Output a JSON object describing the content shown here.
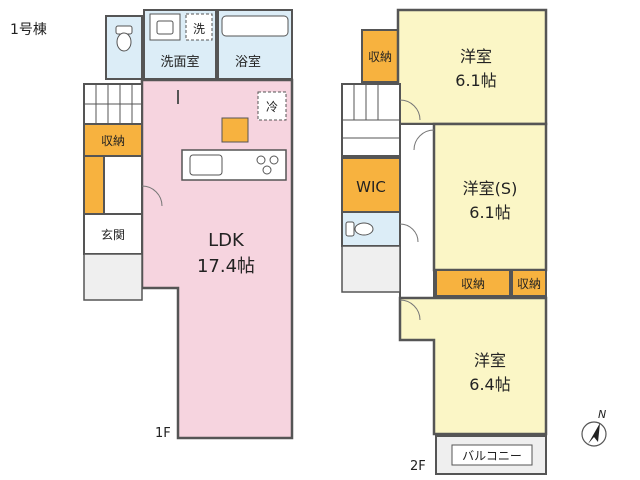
{
  "building_label": "1号棟",
  "floors": {
    "first": "1F",
    "second": "2F"
  },
  "rooms_1f": {
    "washroom": "洗面室",
    "bath": "浴室",
    "laundry": "洗",
    "fridge": "冷",
    "storage": "収納",
    "entrance": "玄関",
    "ldk_name": "LDK",
    "ldk_size": "17.4帖"
  },
  "rooms_2f": {
    "storage_top": "収納",
    "west_room_1_name": "洋室",
    "west_room_1_size": "6.1帖",
    "wic": "WIC",
    "west_room_s_name": "洋室(S)",
    "west_room_s_size": "6.1帖",
    "storage_mid": "収納",
    "storage_right": "収納",
    "west_room_3_name": "洋室",
    "west_room_3_size": "6.4帖",
    "balcony": "バルコニー"
  },
  "compass_label": "N",
  "colors": {
    "ldk": "#f6d4df",
    "bedroom": "#fbf6c6",
    "storage": "#f7b23f",
    "wet_area": "#dcedf7",
    "wall": "#555555",
    "stairs": "#ffffff",
    "porch": "#efefef"
  }
}
